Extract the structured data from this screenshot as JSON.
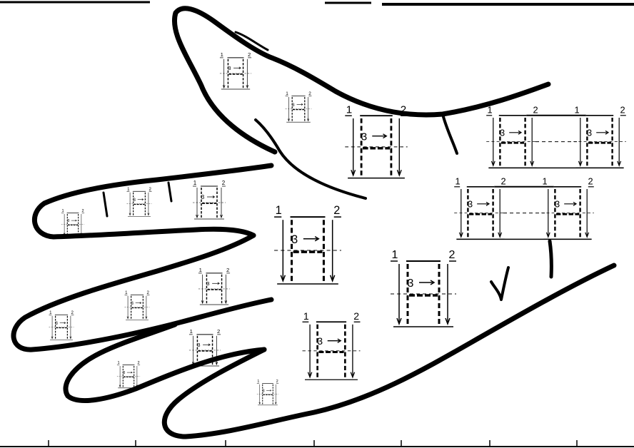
{
  "style": {
    "ink": "#000000",
    "paper": "#ffffff"
  },
  "labels": {
    "post_left": "1",
    "post_right": "2",
    "move": "3"
  }
}
